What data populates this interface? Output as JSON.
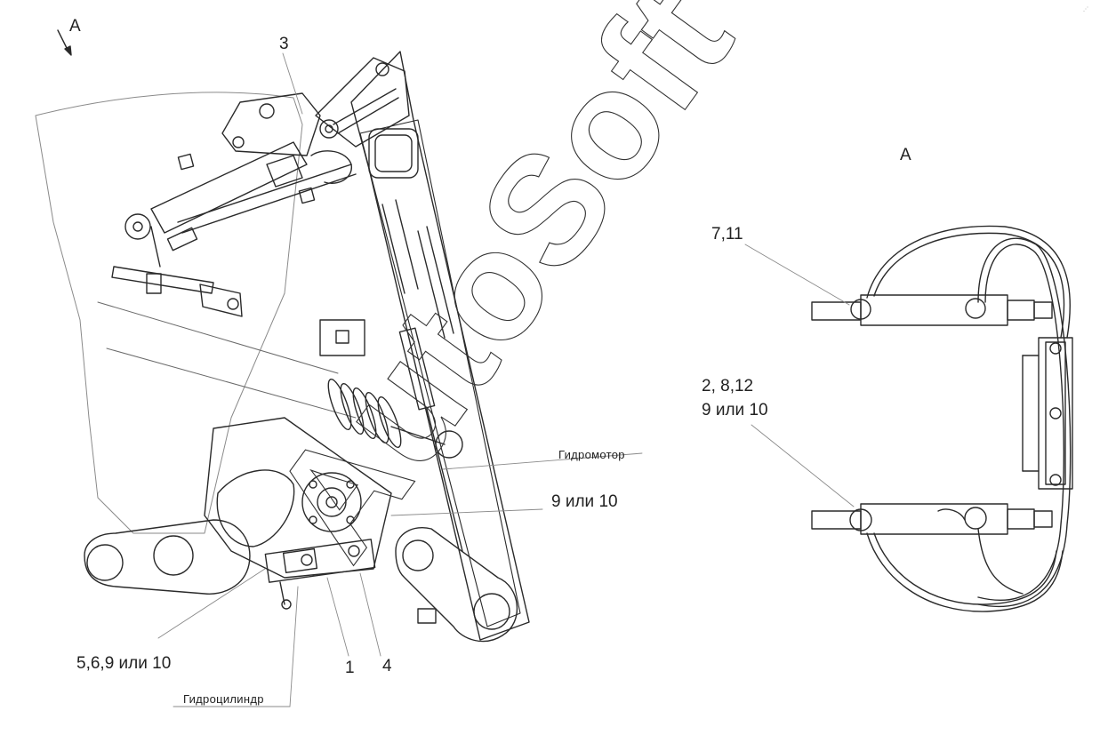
{
  "labels": {
    "view_arrow": "А",
    "view_title": "А",
    "part_3": "3",
    "part_7_11": "7,11",
    "part_2_8_12": "2, 8,12",
    "part_9_or_10_right": "9 или 10",
    "hydromotor": "Гидромотор",
    "part_9_or_10_mid": "9 или 10",
    "part_5_6_9_10": "5,6,9 или 10",
    "part_1": "1",
    "part_4": "4",
    "hydrocylinder": "Гидроцилиндр"
  },
  "watermark": "AutoSoft",
  "colors": {
    "line": "#2a2a2a",
    "light_line": "#9a9a9a",
    "background": "#ffffff"
  }
}
